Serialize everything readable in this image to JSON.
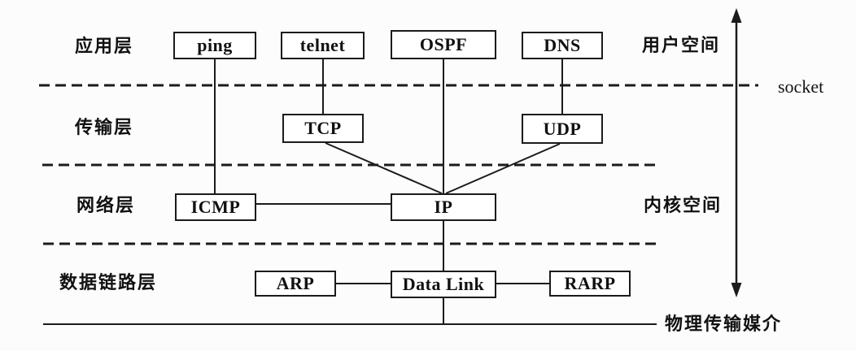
{
  "diagram": {
    "layers": [
      {
        "id": "application",
        "label": "应用层"
      },
      {
        "id": "transport",
        "label": "传输层"
      },
      {
        "id": "network",
        "label": "网络层"
      },
      {
        "id": "datalink",
        "label": "数据链路层"
      }
    ],
    "nodes": [
      {
        "id": "ping",
        "label": "ping"
      },
      {
        "id": "telnet",
        "label": "telnet"
      },
      {
        "id": "ospf",
        "label": "OSPF"
      },
      {
        "id": "dns",
        "label": "DNS"
      },
      {
        "id": "tcp",
        "label": "TCP"
      },
      {
        "id": "udp",
        "label": "UDP"
      },
      {
        "id": "icmp",
        "label": "ICMP"
      },
      {
        "id": "ip",
        "label": "IP"
      },
      {
        "id": "arp",
        "label": "ARP"
      },
      {
        "id": "data_link",
        "label": "Data Link"
      },
      {
        "id": "rarp",
        "label": "RARP"
      }
    ],
    "annotations": {
      "user_space": "用户空间",
      "kernel_space": "内核空间",
      "socket": "socket",
      "physical_medium": "物理传输媒介"
    },
    "edges": [
      "ping-icmp",
      "telnet-tcp",
      "ospf-ip",
      "dns-udp",
      "tcp-ip",
      "udp-ip",
      "icmp-ip",
      "ip-data_link",
      "arp-data_link",
      "data_link-rarp",
      "data_link-physical_medium"
    ],
    "colors": {
      "background": "#fcfcfc",
      "line": "#1b1b1b",
      "box_fill": "#ffffff",
      "text": "#111111"
    }
  }
}
